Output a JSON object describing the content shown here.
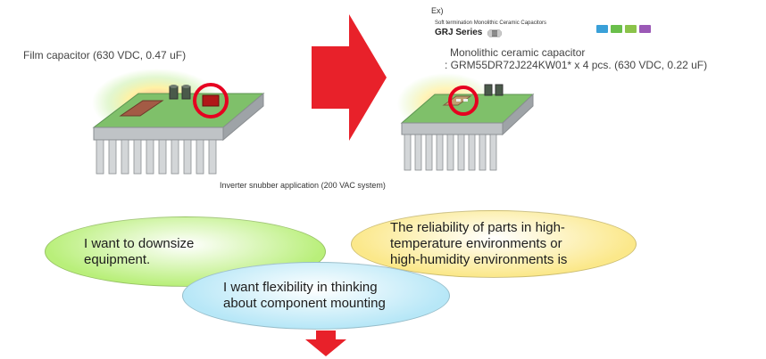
{
  "example_tag": "Ex)",
  "product": {
    "subtitle": "Soft termination Monolithic Ceramic Capacitors",
    "series": "GRJ Series",
    "badge_colors": [
      "#3aa0d8",
      "#6abf4b",
      "#8bc34a",
      "#9b59b6"
    ]
  },
  "left": {
    "label": "Film capacitor (630 VDC, 0.47 uF)"
  },
  "right": {
    "label_line1": "Monolithic ceramic capacitor",
    "label_line2": ": GRM55DR72J224KW01* x 4 pcs. (630 VDC, 0.22 uF)"
  },
  "caption": "Inverter snubber application (200 VAC system)",
  "bubbles": {
    "downsize": {
      "line1": "I want to downsize",
      "line2": "equipment.",
      "color": "#b9ef7a"
    },
    "reliability": {
      "line1": "The reliability of parts in high-",
      "line2": "temperature environments or",
      "line3": "high-humidity environments is",
      "color": "#fbe88a"
    },
    "mounting": {
      "line1": "I want flexibility in thinking",
      "line2": "about component mounting",
      "color": "#b7e7f7"
    }
  },
  "colors": {
    "arrow": "#e8212a",
    "highlight_ring": "#e60020"
  }
}
